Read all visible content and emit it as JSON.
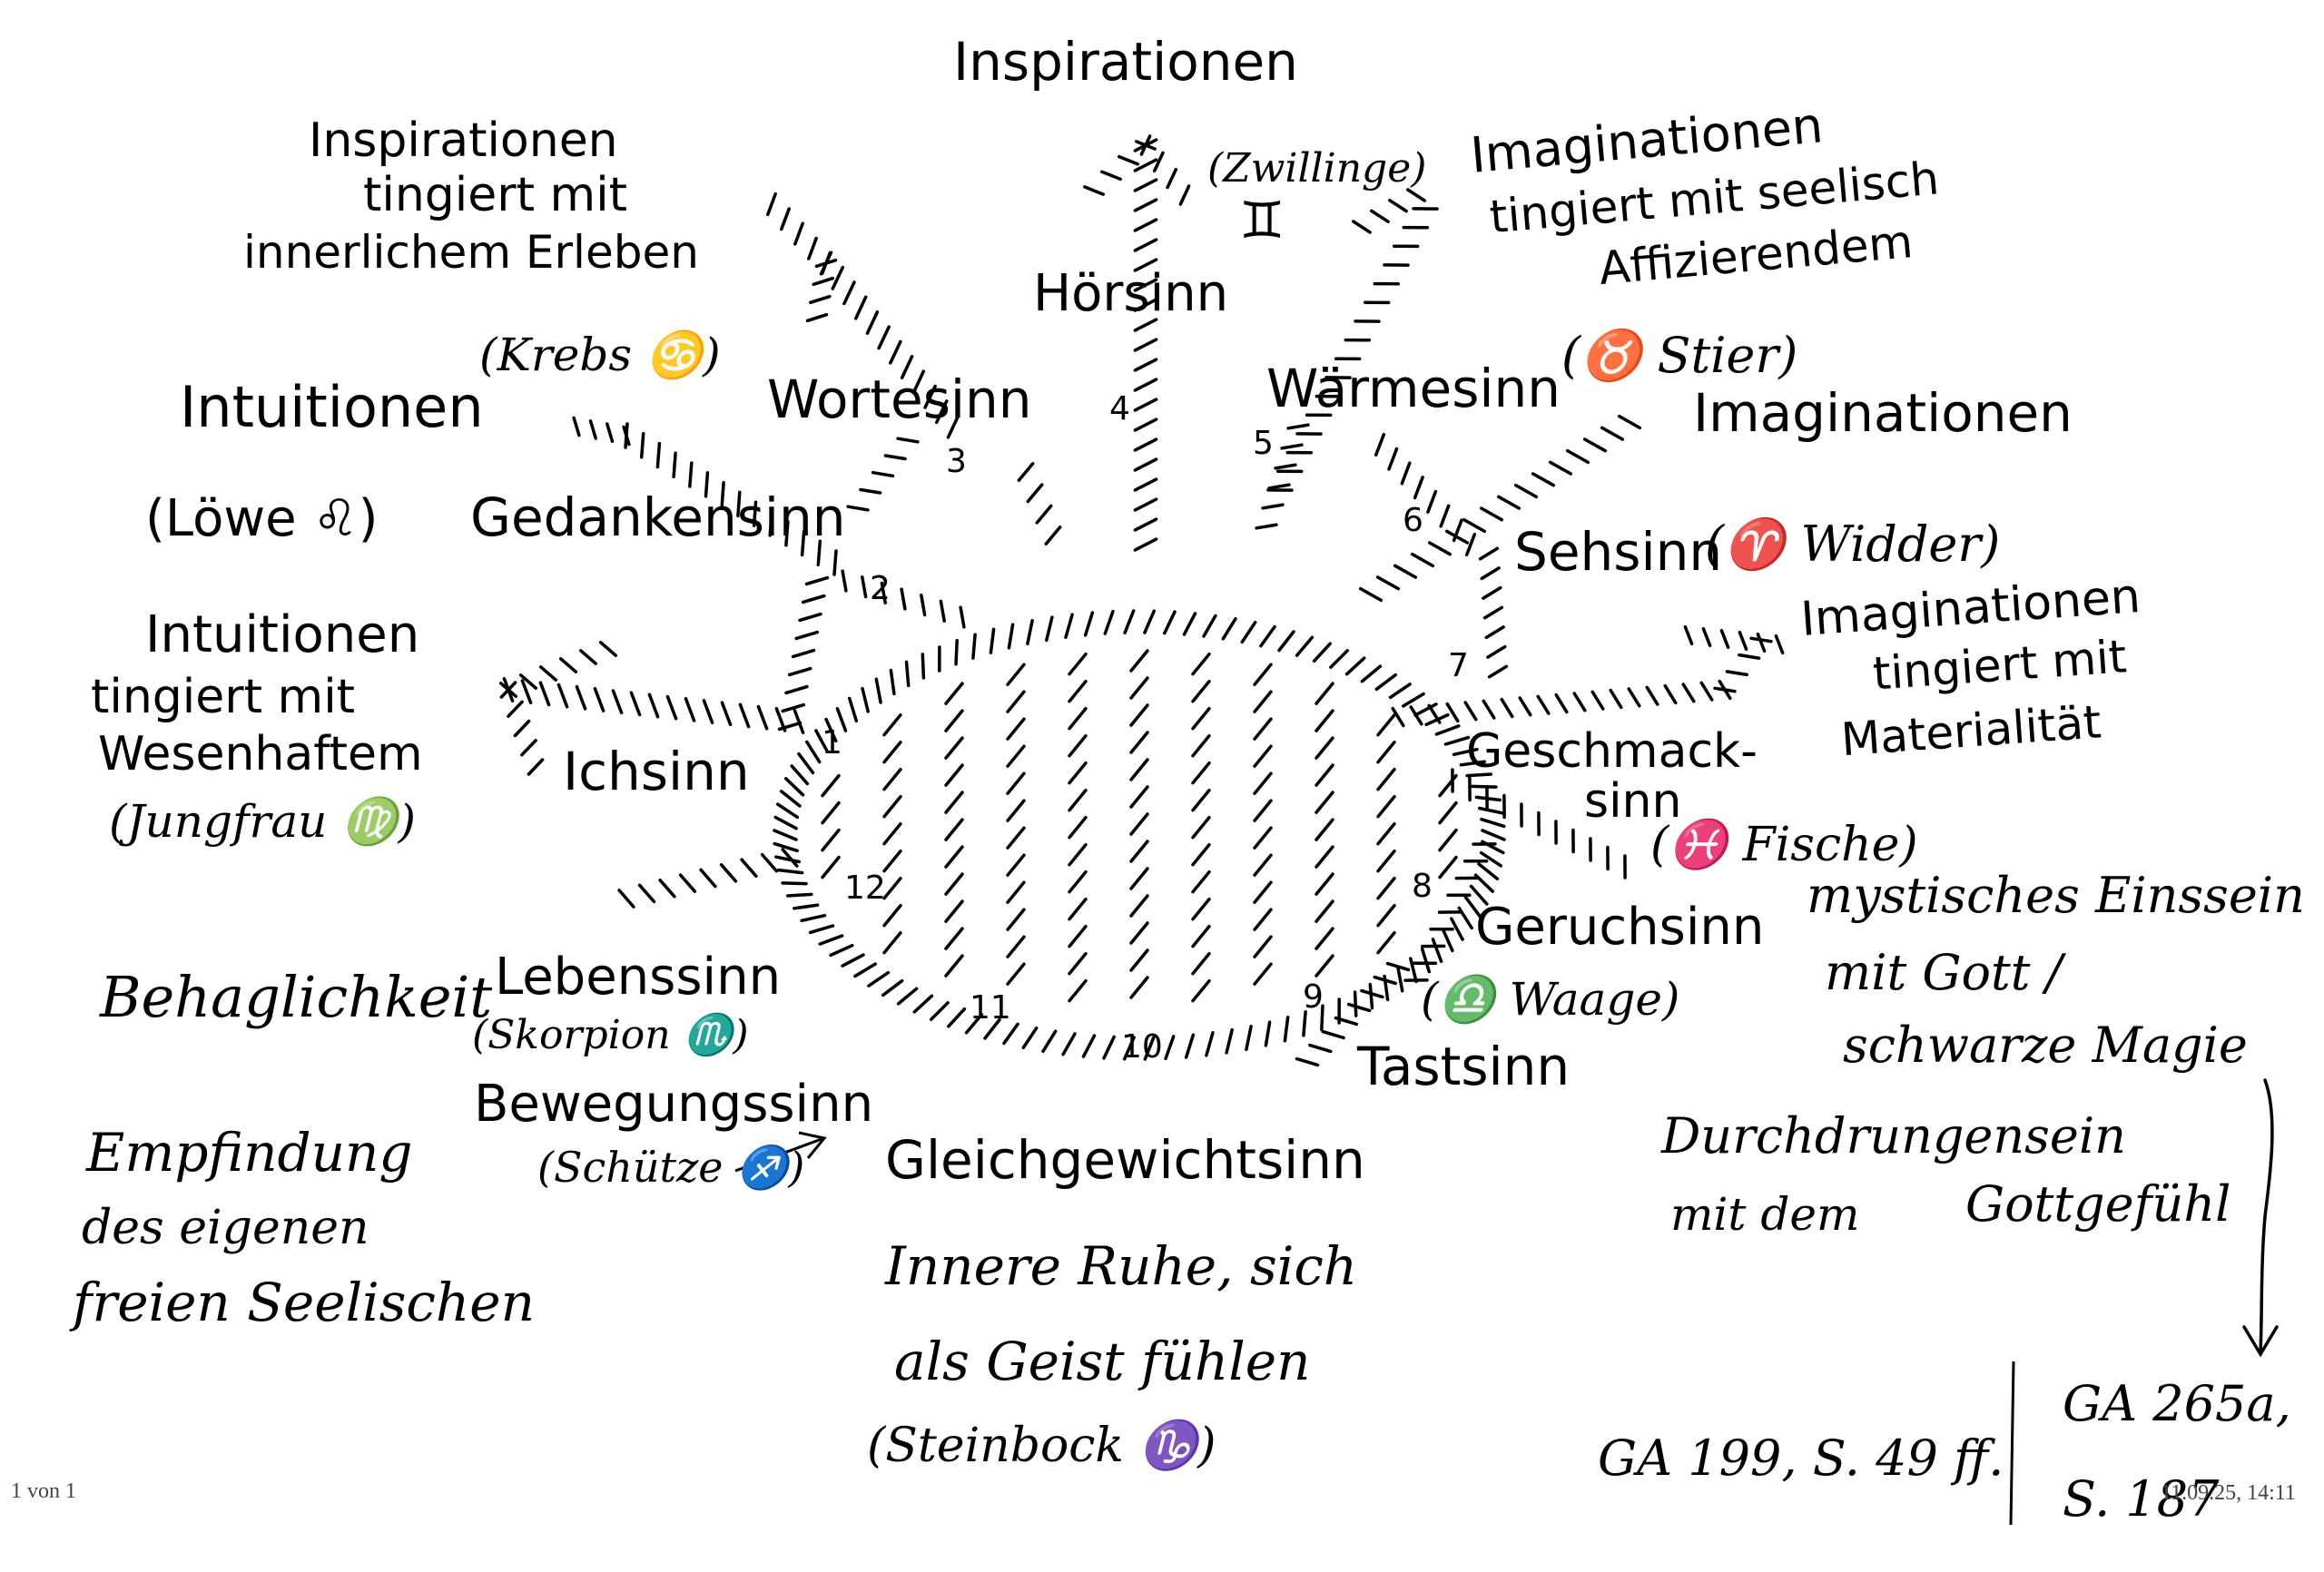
{
  "top": {
    "inspirationen": "Inspirationen",
    "zwillinge": "(Zwillinge)",
    "zwillinge_symbol": "♊",
    "hoersinn": "Hörsinn"
  },
  "left_upper": {
    "line1": "Inspirationen",
    "line2": "tingiert mit",
    "line3": "innerlichem Erleben"
  },
  "krebs": "(Krebs ♋)",
  "intuitionen_1": "Intuitionen",
  "loewe": "(Löwe ♌)",
  "gedankensinn": "Gedankensinn",
  "intuitionen_2": {
    "line1": "Intuitionen",
    "line2": "tingiert mit",
    "line3": "Wesenhaftem",
    "line4": "(Jungfrau ♍)"
  },
  "ichsinn": "Ichsinn",
  "wortesinn": "Wortesinn",
  "waermesinn": "Wärmesinn",
  "stier": "(♉ Stier)",
  "right_upper": {
    "line1": "Imaginationen",
    "line2": "tingiert mit seelisch",
    "line3": "Affizierendem"
  },
  "imaginationen_1": "Imaginationen",
  "sehsinn": "Sehsinn",
  "widder": "(♈ Widder)",
  "right_mid": {
    "line1": "Imaginationen",
    "line2": "tingiert mit",
    "line3": "Materialität"
  },
  "geschmacksinn": {
    "line1": "Geschmack-",
    "line2": "sinn"
  },
  "fische": "(♓ Fische)",
  "mystisches": {
    "line1": "mystisches Einssein",
    "line2": "mit Gott /",
    "line3": "schwarze Magie"
  },
  "geruchsinn": "Geruchsinn",
  "waage": "(♎ Waage)",
  "tastsinn": "Tastsinn",
  "lebenssinn": "Lebenssinn",
  "skorpion": "(Skorpion ♏)",
  "behaglichkeit": "Behaglichkeit",
  "bewegungssinn": "Bewegungssinn",
  "schuetze": "(Schütze ♐)",
  "empfindung": {
    "line1": "Empfindung",
    "line2": "des eigenen",
    "line3": "freien Seelischen"
  },
  "gleichgewichtsinn": "Gleichgewichtsinn",
  "innere_ruhe": {
    "line1": "Innere Ruhe, sich",
    "line2": "als Geist fühlen",
    "line3": "(Steinbock ♑)"
  },
  "durchdrungensein": {
    "line1": "Durchdrungensein",
    "line2": "mit dem",
    "line3": "Gottgefühl"
  },
  "refs": {
    "ga199": "GA 199, S. 49 ff.",
    "ga265a_line1": "GA 265a,",
    "ga265a_line2": "S. 187"
  },
  "numbers": [
    "1",
    "2",
    "3",
    "4",
    "5",
    "6",
    "7",
    "8",
    "9",
    "10",
    "11",
    "12"
  ],
  "footer": {
    "page": "1 von 1",
    "date": "11.09.25, 14:11"
  }
}
